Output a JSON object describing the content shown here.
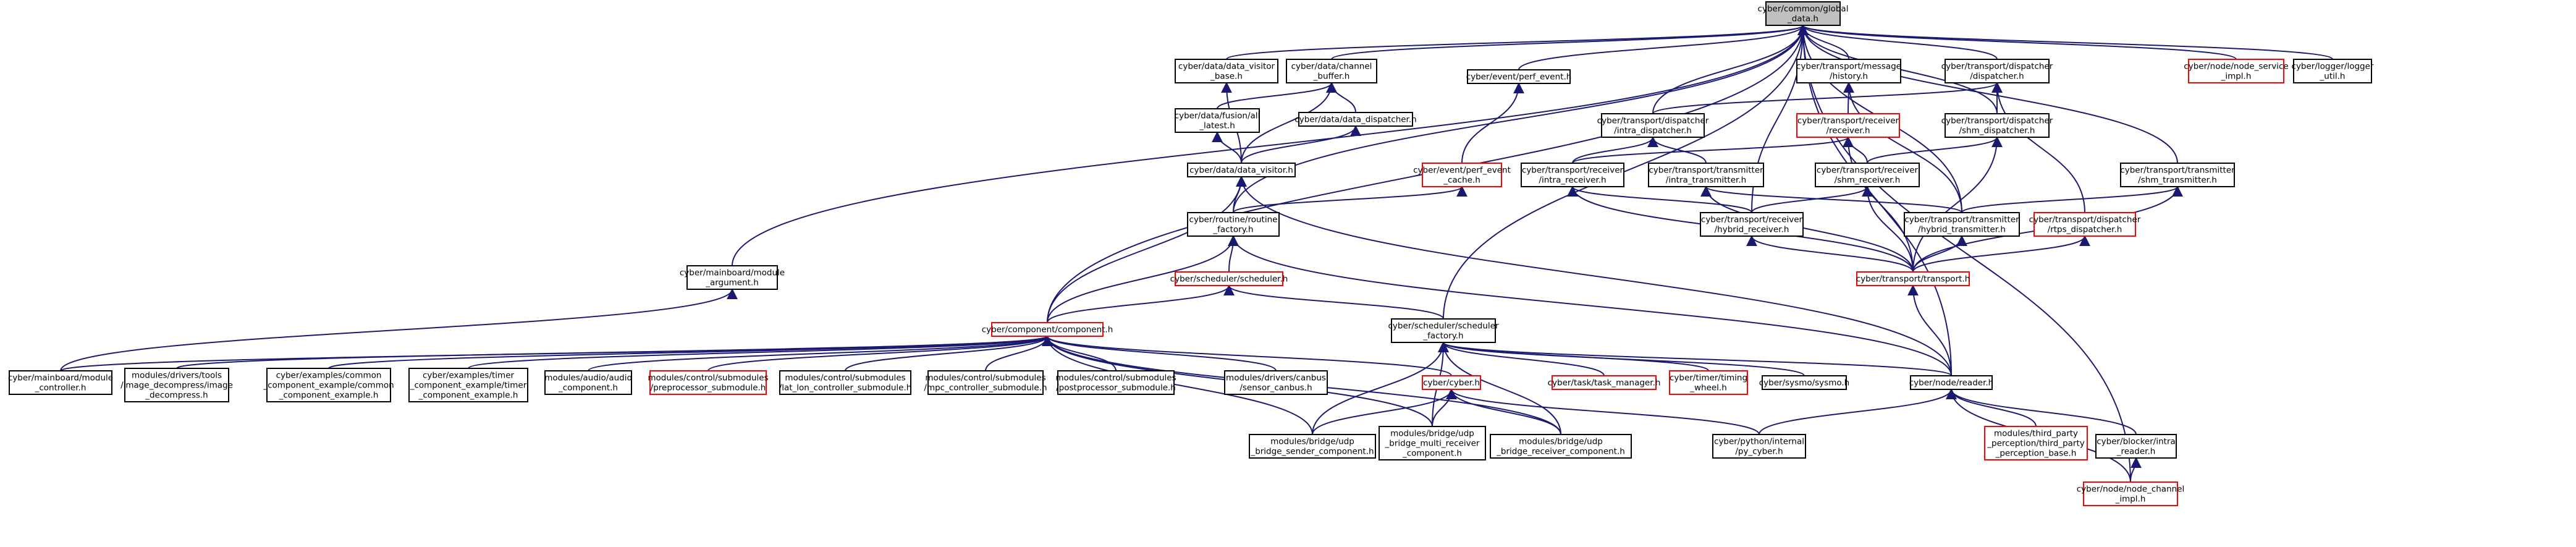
{
  "graph": {
    "nodes": [
      {
        "id": "root",
        "lines": [
          "cyber/common/global",
          "_data.h"
        ],
        "style": "root"
      },
      {
        "id": "vis_base",
        "lines": [
          "cyber/data/data_visitor",
          "_base.h"
        ],
        "style": "black"
      },
      {
        "id": "chan_buf",
        "lines": [
          "cyber/data/channel",
          "_buffer.h"
        ],
        "style": "black"
      },
      {
        "id": "perf_event",
        "lines": [
          "cyber/event/perf_event.h"
        ],
        "style": "black"
      },
      {
        "id": "msg_hist",
        "lines": [
          "cyber/transport/message",
          "/history.h"
        ],
        "style": "black"
      },
      {
        "id": "dispatcher",
        "lines": [
          "cyber/transport/dispatcher",
          "/dispatcher.h"
        ],
        "style": "black"
      },
      {
        "id": "svc_impl",
        "lines": [
          "cyber/node/node_service",
          "_impl.h"
        ],
        "style": "red"
      },
      {
        "id": "logger_util",
        "lines": [
          "cyber/logger/logger",
          "_util.h"
        ],
        "style": "black"
      },
      {
        "id": "all_latest",
        "lines": [
          "cyber/data/fusion/all",
          "_latest.h"
        ],
        "style": "black"
      },
      {
        "id": "data_disp",
        "lines": [
          "cyber/data/data_dispatcher.h"
        ],
        "style": "black"
      },
      {
        "id": "intra_disp",
        "lines": [
          "cyber/transport/dispatcher",
          "/intra_dispatcher.h"
        ],
        "style": "black"
      },
      {
        "id": "rcv_base",
        "lines": [
          "cyber/transport/receiver",
          "/receiver.h"
        ],
        "style": "red"
      },
      {
        "id": "shm_disp",
        "lines": [
          "cyber/transport/dispatcher",
          "/shm_dispatcher.h"
        ],
        "style": "black"
      },
      {
        "id": "data_visitor",
        "lines": [
          "cyber/data/data_visitor.h"
        ],
        "style": "black"
      },
      {
        "id": "perf_cache",
        "lines": [
          "cyber/event/perf_event",
          "_cache.h"
        ],
        "style": "red"
      },
      {
        "id": "intra_rcv",
        "lines": [
          "cyber/transport/receiver",
          "/intra_receiver.h"
        ],
        "style": "black"
      },
      {
        "id": "intra_tx",
        "lines": [
          "cyber/transport/transmitter",
          "/intra_transmitter.h"
        ],
        "style": "black"
      },
      {
        "id": "shm_rcv",
        "lines": [
          "cyber/transport/receiver",
          "/shm_receiver.h"
        ],
        "style": "black"
      },
      {
        "id": "shm_tx",
        "lines": [
          "cyber/transport/transmitter",
          "/shm_transmitter.h"
        ],
        "style": "black"
      },
      {
        "id": "routine_factory",
        "lines": [
          "cyber/routine/routine",
          "_factory.h"
        ],
        "style": "black"
      },
      {
        "id": "hybrid_rcv",
        "lines": [
          "cyber/transport/receiver",
          "/hybrid_receiver.h"
        ],
        "style": "black"
      },
      {
        "id": "hybrid_tx",
        "lines": [
          "cyber/transport/transmitter",
          "/hybrid_transmitter.h"
        ],
        "style": "black"
      },
      {
        "id": "rtps_disp",
        "lines": [
          "cyber/transport/dispatcher",
          "/rtps_dispatcher.h"
        ],
        "style": "red"
      },
      {
        "id": "mainboard_arg",
        "lines": [
          "cyber/mainboard/module",
          "_argument.h"
        ],
        "style": "black"
      },
      {
        "id": "scheduler",
        "lines": [
          "cyber/scheduler/scheduler.h"
        ],
        "style": "red"
      },
      {
        "id": "transport",
        "lines": [
          "cyber/transport/transport.h"
        ],
        "style": "red"
      },
      {
        "id": "component",
        "lines": [
          "cyber/component/component.h"
        ],
        "style": "red"
      },
      {
        "id": "sched_factory",
        "lines": [
          "cyber/scheduler/scheduler",
          "_factory.h"
        ],
        "style": "black"
      },
      {
        "id": "mb_controller",
        "lines": [
          "cyber/mainboard/module",
          "_controller.h"
        ],
        "style": "black"
      },
      {
        "id": "img_decomp",
        "lines": [
          "modules/drivers/tools",
          "/image_decompress/image",
          "_decompress.h"
        ],
        "style": "black"
      },
      {
        "id": "ex_common",
        "lines": [
          "cyber/examples/common",
          "_component_example/common",
          "_component_example.h"
        ],
        "style": "black"
      },
      {
        "id": "ex_timer",
        "lines": [
          "cyber/examples/timer",
          "_component_example/timer",
          "_component_example.h"
        ],
        "style": "black"
      },
      {
        "id": "audio_comp",
        "lines": [
          "modules/audio/audio",
          "_component.h"
        ],
        "style": "black"
      },
      {
        "id": "preproc",
        "lines": [
          "modules/control/submodules",
          "/preprocessor_submodule.h"
        ],
        "style": "red"
      },
      {
        "id": "latlon",
        "lines": [
          "modules/control/submodules",
          "/lat_lon_controller_submodule.h"
        ],
        "style": "black"
      },
      {
        "id": "mpc",
        "lines": [
          "modules/control/submodules",
          "/mpc_controller_submodule.h"
        ],
        "style": "black"
      },
      {
        "id": "postproc",
        "lines": [
          "modules/control/submodules",
          "/postprocessor_submodule.h"
        ],
        "style": "black"
      },
      {
        "id": "canbus",
        "lines": [
          "modules/drivers/canbus",
          "/sensor_canbus.h"
        ],
        "style": "black"
      },
      {
        "id": "cyber_h",
        "lines": [
          "cyber/cyber.h"
        ],
        "style": "red"
      },
      {
        "id": "task_mgr",
        "lines": [
          "cyber/task/task_manager.h"
        ],
        "style": "red"
      },
      {
        "id": "timing_wheel",
        "lines": [
          "cyber/timer/timing",
          "_wheel.h"
        ],
        "style": "red"
      },
      {
        "id": "sysmo",
        "lines": [
          "cyber/sysmo/sysmo.h"
        ],
        "style": "black"
      },
      {
        "id": "reader",
        "lines": [
          "cyber/node/reader.h"
        ],
        "style": "black"
      },
      {
        "id": "udp_sender",
        "lines": [
          "modules/bridge/udp",
          "_bridge_sender_component.h"
        ],
        "style": "black"
      },
      {
        "id": "udp_multi",
        "lines": [
          "modules/bridge/udp",
          "_bridge_multi_receiver",
          "_component.h"
        ],
        "style": "black"
      },
      {
        "id": "udp_recv",
        "lines": [
          "modules/bridge/udp",
          "_bridge_receiver_component.h"
        ],
        "style": "black"
      },
      {
        "id": "py_cyber",
        "lines": [
          "cyber/python/internal",
          "/py_cyber.h"
        ],
        "style": "black"
      },
      {
        "id": "third_party",
        "lines": [
          "modules/third_party",
          "_perception/third_party",
          "_perception_base.h"
        ],
        "style": "red"
      },
      {
        "id": "intra_reader",
        "lines": [
          "cyber/blocker/intra",
          "_reader.h"
        ],
        "style": "black"
      },
      {
        "id": "chan_impl",
        "lines": [
          "cyber/node/node_channel",
          "_impl.h"
        ],
        "style": "red"
      }
    ]
  }
}
